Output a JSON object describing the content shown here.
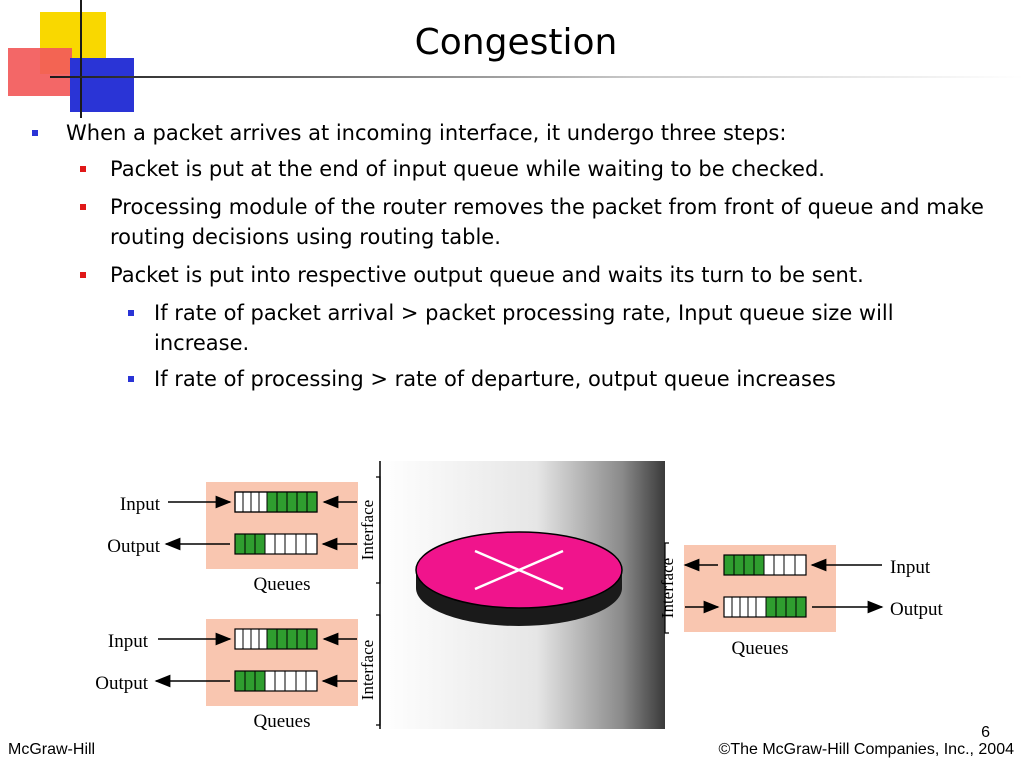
{
  "slide": {
    "title": "Congestion",
    "page_number": "6",
    "footer_left": "McGraw-Hill",
    "footer_right": "©The McGraw-Hill Companies, Inc., 2004"
  },
  "bullets": [
    {
      "level": 1,
      "text": "When a packet arrives at incoming interface, it undergo three steps:"
    },
    {
      "level": 2,
      "text": "Packet is put at the end of input queue while waiting to be checked."
    },
    {
      "level": 2,
      "text": "Processing module of the router removes the packet from front of queue and make routing decisions using routing table."
    },
    {
      "level": 2,
      "text": "Packet is put into respective output queue and waits its turn to be sent."
    },
    {
      "level": 3,
      "text": "If rate of packet arrival > packet processing rate, Input queue size will increase."
    },
    {
      "level": 3,
      "text": "If rate of processing > rate of departure, output queue increases"
    }
  ],
  "diagram": {
    "input_label": "Input",
    "output_label": "Output",
    "queues_label": "Queues",
    "interface_label": "Interface",
    "colors": {
      "queue_panel": "#f9c6b0",
      "filled_cell": "#2f9e2f",
      "router_top": "#f0148c",
      "router_side": "#1a1a1a",
      "blue_bullet": "#2a34d6",
      "red_bullet": "#e01818"
    }
  }
}
